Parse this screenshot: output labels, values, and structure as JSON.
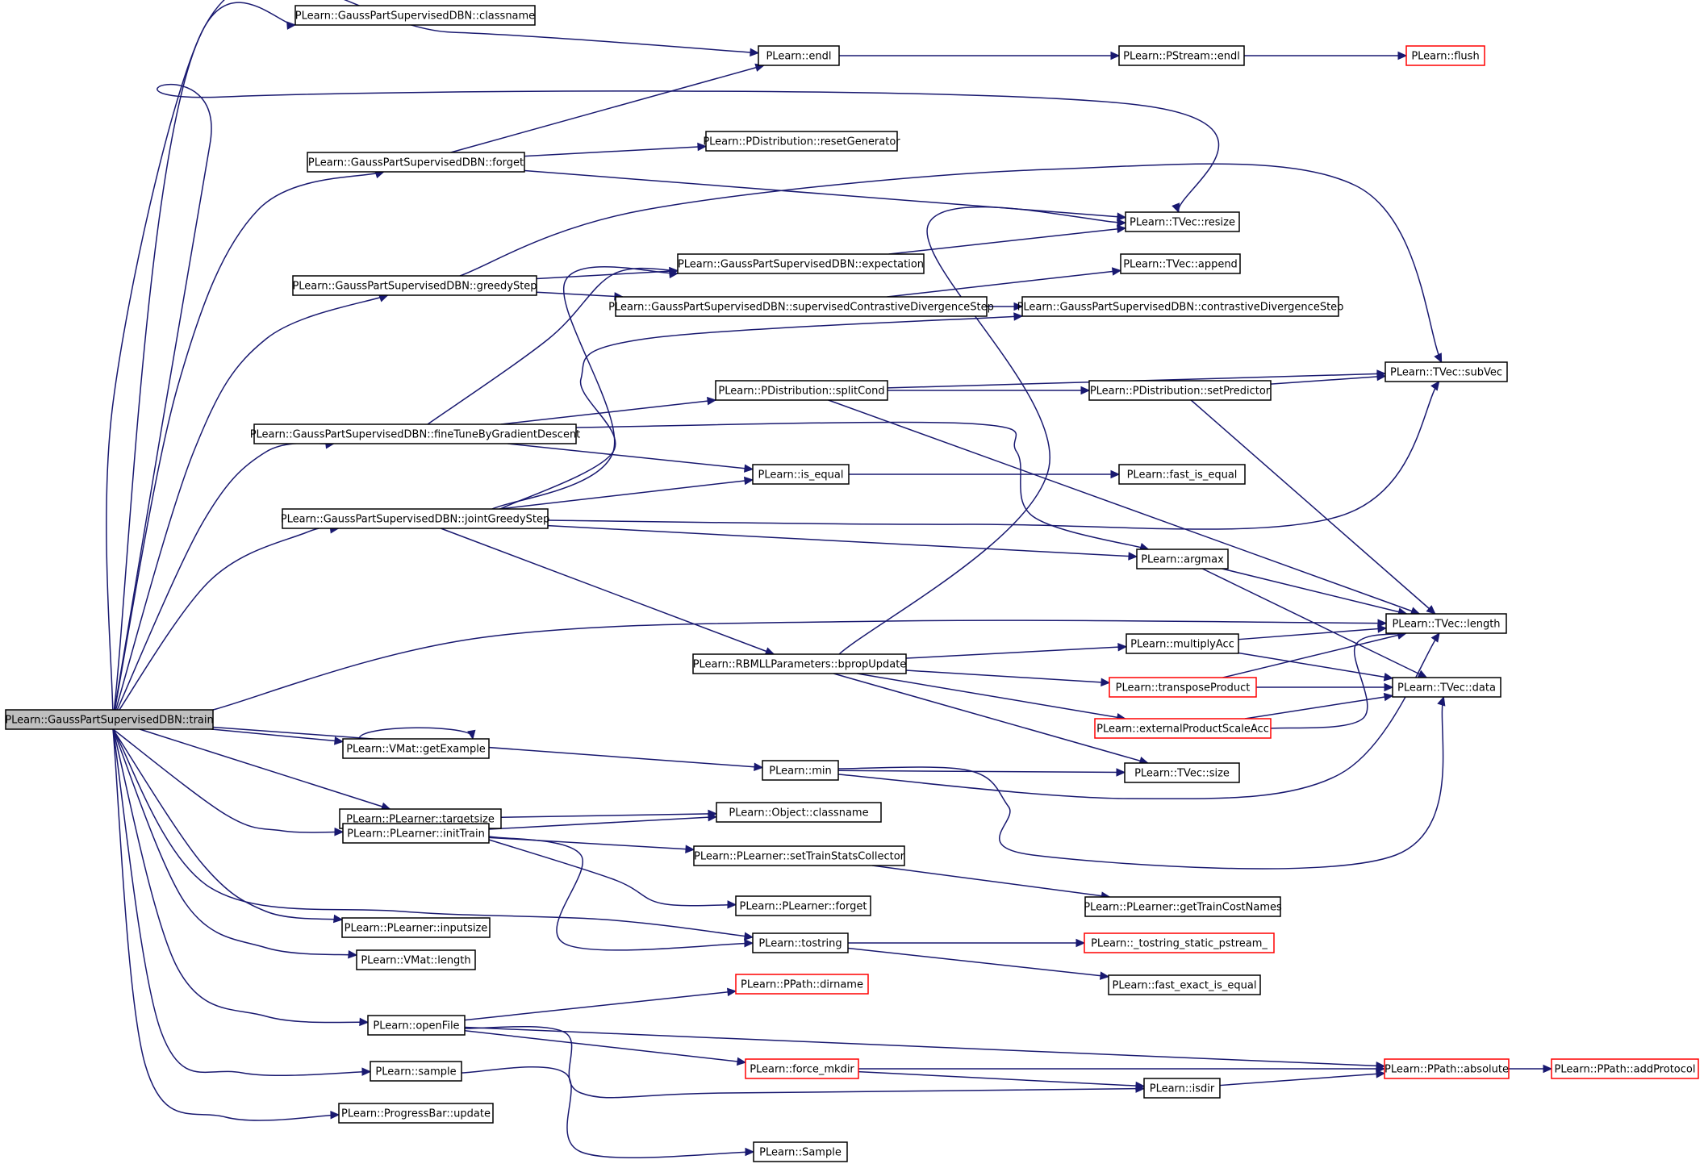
{
  "colors": {
    "edge": "#191970",
    "border_default": "#000000",
    "border_truncated": "#ff0000",
    "root_fill": "#bfbfbf",
    "node_fill": "#ffffff"
  },
  "nodes": {
    "train": {
      "label": "PLearn::GaussPartSupervisedDBN::train",
      "style": "root"
    },
    "classname": {
      "label": "PLearn::GaussPartSupervisedDBN::classname",
      "style": "normal"
    },
    "endl": {
      "label": "PLearn::endl",
      "style": "normal"
    },
    "pstream_endl": {
      "label": "PLearn::PStream::endl",
      "style": "normal"
    },
    "flush": {
      "label": "PLearn::flush",
      "style": "truncated"
    },
    "forget": {
      "label": "PLearn::GaussPartSupervisedDBN::forget",
      "style": "normal"
    },
    "resetGenerator": {
      "label": "PLearn::PDistribution::resetGenerator",
      "style": "normal"
    },
    "resize": {
      "label": "PLearn::TVec::resize",
      "style": "normal"
    },
    "expectation": {
      "label": "PLearn::GaussPartSupervisedDBN::expectation",
      "style": "normal"
    },
    "append": {
      "label": "PLearn::TVec::append",
      "style": "normal"
    },
    "greedyStep": {
      "label": "PLearn::GaussPartSupervisedDBN::greedyStep",
      "style": "normal"
    },
    "supCDStep": {
      "label": "PLearn::GaussPartSupervisedDBN::supervisedContrastiveDivergenceStep",
      "style": "normal"
    },
    "cdStep": {
      "label": "PLearn::GaussPartSupervisedDBN::contrastiveDivergenceStep",
      "style": "normal"
    },
    "subVec": {
      "label": "PLearn::TVec::subVec",
      "style": "normal"
    },
    "splitCond": {
      "label": "PLearn::PDistribution::splitCond",
      "style": "normal"
    },
    "setPredictor": {
      "label": "PLearn::PDistribution::setPredictor",
      "style": "normal"
    },
    "fineTune": {
      "label": "PLearn::GaussPartSupervisedDBN::fineTuneByGradientDescent",
      "style": "normal"
    },
    "is_equal": {
      "label": "PLearn::is_equal",
      "style": "normal"
    },
    "fast_is_equal": {
      "label": "PLearn::fast_is_equal",
      "style": "normal"
    },
    "jointGreedy": {
      "label": "PLearn::GaussPartSupervisedDBN::jointGreedyStep",
      "style": "normal"
    },
    "argmax": {
      "label": "PLearn::argmax",
      "style": "normal"
    },
    "tvec_length": {
      "label": "PLearn::TVec::length",
      "style": "normal"
    },
    "bprop": {
      "label": "PLearn::RBMLLParameters::bpropUpdate",
      "style": "normal"
    },
    "multiplyAcc": {
      "label": "PLearn::multiplyAcc",
      "style": "normal"
    },
    "transposeProduct": {
      "label": "PLearn::transposeProduct",
      "style": "truncated"
    },
    "tvec_data": {
      "label": "PLearn::TVec::data",
      "style": "normal"
    },
    "extProd": {
      "label": "PLearn::externalProductScaleAcc",
      "style": "truncated"
    },
    "getExample": {
      "label": "PLearn::VMat::getExample",
      "style": "normal"
    },
    "min": {
      "label": "PLearn::min",
      "style": "normal"
    },
    "tvec_size": {
      "label": "PLearn::TVec::size",
      "style": "normal"
    },
    "targetsize": {
      "label": "PLearn::PLearner::targetsize",
      "style": "normal"
    },
    "obj_classname": {
      "label": "PLearn::Object::classname",
      "style": "normal"
    },
    "initTrain": {
      "label": "PLearn::PLearner::initTrain",
      "style": "normal"
    },
    "setTSC": {
      "label": "PLearn::PLearner::setTrainStatsCollector",
      "style": "normal"
    },
    "pl_forget": {
      "label": "PLearn::PLearner::forget",
      "style": "normal"
    },
    "getTCN": {
      "label": "PLearn::PLearner::getTrainCostNames",
      "style": "normal"
    },
    "inputsize": {
      "label": "PLearn::PLearner::inputsize",
      "style": "normal"
    },
    "tostring": {
      "label": "PLearn::tostring",
      "style": "normal"
    },
    "tostring_static": {
      "label": "PLearn::_tostring_static_pstream_",
      "style": "truncated"
    },
    "vmat_length": {
      "label": "PLearn::VMat::length",
      "style": "normal"
    },
    "fast_exact": {
      "label": "PLearn::fast_exact_is_equal",
      "style": "normal"
    },
    "dirname": {
      "label": "PLearn::PPath::dirname",
      "style": "truncated"
    },
    "openFile": {
      "label": "PLearn::openFile",
      "style": "normal"
    },
    "force_mkdir": {
      "label": "PLearn::force_mkdir",
      "style": "truncated"
    },
    "absolute": {
      "label": "PLearn::PPath::absolute",
      "style": "truncated"
    },
    "addProtocol": {
      "label": "PLearn::PPath::addProtocol",
      "style": "truncated"
    },
    "sample": {
      "label": "PLearn::sample",
      "style": "normal"
    },
    "isdir": {
      "label": "PLearn::isdir",
      "style": "normal"
    },
    "update": {
      "label": "PLearn::ProgressBar::update",
      "style": "normal"
    },
    "Sample": {
      "label": "PLearn::Sample",
      "style": "normal"
    }
  },
  "edges": [
    [
      "train",
      "classname"
    ],
    [
      "train",
      "endl"
    ],
    [
      "train",
      "resize"
    ],
    [
      "train",
      "forget"
    ],
    [
      "train",
      "greedyStep"
    ],
    [
      "train",
      "fineTune"
    ],
    [
      "train",
      "jointGreedy"
    ],
    [
      "train",
      "tvec_length"
    ],
    [
      "train",
      "getExample"
    ],
    [
      "train",
      "min"
    ],
    [
      "train",
      "targetsize"
    ],
    [
      "train",
      "initTrain"
    ],
    [
      "train",
      "inputsize"
    ],
    [
      "train",
      "tostring"
    ],
    [
      "train",
      "vmat_length"
    ],
    [
      "train",
      "openFile"
    ],
    [
      "train",
      "sample"
    ],
    [
      "train",
      "update"
    ],
    [
      "endl",
      "pstream_endl"
    ],
    [
      "pstream_endl",
      "flush"
    ],
    [
      "forget",
      "endl"
    ],
    [
      "forget",
      "resetGenerator"
    ],
    [
      "forget",
      "resize"
    ],
    [
      "greedyStep",
      "expectation"
    ],
    [
      "greedyStep",
      "subVec"
    ],
    [
      "greedyStep",
      "supCDStep"
    ],
    [
      "expectation",
      "resize"
    ],
    [
      "supCDStep",
      "append"
    ],
    [
      "supCDStep",
      "cdStep"
    ],
    [
      "fineTune",
      "expectation"
    ],
    [
      "fineTune",
      "splitCond"
    ],
    [
      "fineTune",
      "is_equal"
    ],
    [
      "fineTune",
      "argmax"
    ],
    [
      "splitCond",
      "subVec"
    ],
    [
      "splitCond",
      "setPredictor"
    ],
    [
      "splitCond",
      "tvec_length"
    ],
    [
      "setPredictor",
      "subVec"
    ],
    [
      "setPredictor",
      "tvec_length"
    ],
    [
      "is_equal",
      "fast_is_equal"
    ],
    [
      "jointGreedy",
      "expectation"
    ],
    [
      "jointGreedy",
      "cdStep"
    ],
    [
      "jointGreedy",
      "is_equal"
    ],
    [
      "jointGreedy",
      "subVec"
    ],
    [
      "jointGreedy",
      "argmax"
    ],
    [
      "jointGreedy",
      "bprop"
    ],
    [
      "argmax",
      "tvec_length"
    ],
    [
      "argmax",
      "tvec_data"
    ],
    [
      "bprop",
      "resize"
    ],
    [
      "bprop",
      "multiplyAcc"
    ],
    [
      "bprop",
      "transposeProduct"
    ],
    [
      "bprop",
      "extProd"
    ],
    [
      "bprop",
      "tvec_size"
    ],
    [
      "multiplyAcc",
      "tvec_length"
    ],
    [
      "multiplyAcc",
      "tvec_data"
    ],
    [
      "transposeProduct",
      "tvec_length"
    ],
    [
      "transposeProduct",
      "tvec_data"
    ],
    [
      "extProd",
      "tvec_length"
    ],
    [
      "extProd",
      "tvec_data"
    ],
    [
      "getExample",
      "getExample"
    ],
    [
      "min",
      "tvec_size"
    ],
    [
      "min",
      "tvec_length"
    ],
    [
      "min",
      "tvec_data"
    ],
    [
      "targetsize",
      "obj_classname"
    ],
    [
      "initTrain",
      "obj_classname"
    ],
    [
      "initTrain",
      "setTSC"
    ],
    [
      "initTrain",
      "pl_forget"
    ],
    [
      "initTrain",
      "tostring"
    ],
    [
      "setTSC",
      "getTCN"
    ],
    [
      "tostring",
      "tostring_static"
    ],
    [
      "tostring",
      "fast_exact"
    ],
    [
      "openFile",
      "dirname"
    ],
    [
      "openFile",
      "force_mkdir"
    ],
    [
      "openFile",
      "absolute"
    ],
    [
      "openFile",
      "isdir"
    ],
    [
      "force_mkdir",
      "absolute"
    ],
    [
      "force_mkdir",
      "isdir"
    ],
    [
      "absolute",
      "addProtocol"
    ],
    [
      "isdir",
      "absolute"
    ],
    [
      "sample",
      "Sample"
    ]
  ]
}
